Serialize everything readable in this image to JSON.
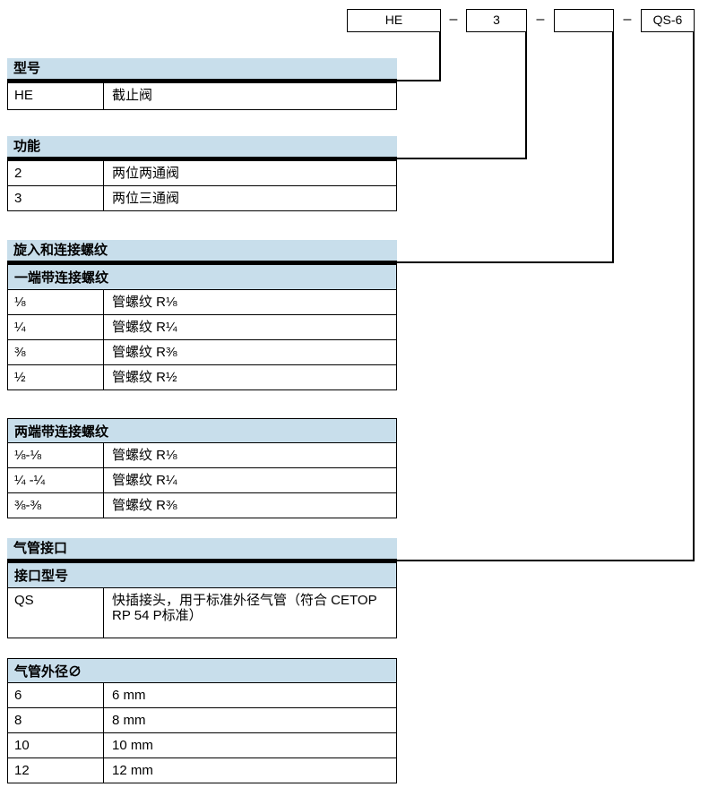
{
  "code": {
    "part1": "HE",
    "part2": "3",
    "part3": "",
    "part4": "QS-6",
    "dash": "–"
  },
  "model": {
    "title": "型号",
    "rows": [
      [
        "HE",
        "截止阀"
      ]
    ]
  },
  "func": {
    "title": "功能",
    "rows": [
      [
        "2",
        "两位两通阀"
      ],
      [
        "3",
        "两位三通阀"
      ]
    ]
  },
  "thread": {
    "title": "旋入和连接螺纹",
    "s1": {
      "subtitle": "一端带连接螺纹",
      "rows": [
        [
          "⅛",
          "管螺纹 R⅛"
        ],
        [
          "¼",
          "管螺纹 R¼"
        ],
        [
          "⅜",
          "管螺纹 R⅜"
        ],
        [
          "½",
          "管螺纹 R½"
        ]
      ]
    },
    "s2": {
      "subtitle": "两端带连接螺纹",
      "rows": [
        [
          "⅛-⅛",
          "管螺纹 R⅛"
        ],
        [
          "¼ -¼",
          "管螺纹 R¼"
        ],
        [
          "⅜-⅜",
          "管螺纹 R⅜"
        ]
      ]
    }
  },
  "tubing": {
    "title": "气管接口",
    "s1": {
      "subtitle": "接口型号",
      "rows": [
        [
          "QS",
          "快插接头，用于标准外径气管（符合 CETOP RP 54 P标准）"
        ]
      ]
    },
    "s2": {
      "subtitle": "气管外径∅",
      "rows": [
        [
          "6",
          "6 mm"
        ],
        [
          "8",
          "8 mm"
        ],
        [
          "10",
          "10 mm"
        ],
        [
          "12",
          "12 mm"
        ]
      ]
    }
  },
  "colors": {
    "header_bg": "#c8deeb",
    "bar": "#000000",
    "line": "#000000"
  }
}
